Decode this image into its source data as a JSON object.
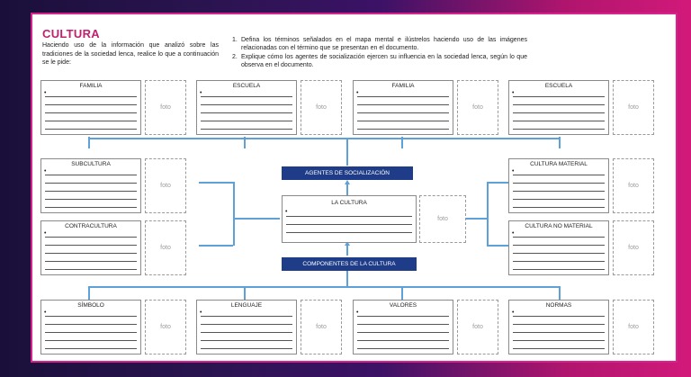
{
  "title": "CULTURA",
  "intro": "Haciendo uso de la información que analizó sobre las tradiciones de la sociedad lenca, realice lo que a continuación se le pide:",
  "instructions": [
    {
      "num": "1.",
      "text": "Defina los términos señalados en el mapa mental e ilústrelos haciendo uso de las imágenes relacionadas con el término que se presentan en el documento."
    },
    {
      "num": "2.",
      "text": "Explique cómo los agentes de socialización ejercen su influencia en la sociedad lenca, según lo que observa en el documento."
    }
  ],
  "bullet": "•",
  "photo_label": "foto",
  "banners": {
    "agents": "AGENTES DE SOCIALIZACIÓN",
    "components": "COMPONENTES DE LA CULTURA"
  },
  "cards": {
    "top_1": "FAMILIA",
    "top_2": "ESCUELA",
    "top_3": "FAMILIA",
    "top_4": "ESCUELA",
    "left_1": "SUBCULTURA",
    "left_2": "CONTRACULTURA",
    "center": "LA CULTURA",
    "right_1": "CULTURA MATERIAL",
    "right_2": "CULTURA NO MATERIAL",
    "bottom_1": "SÍMBOLO",
    "bottom_2": "LENGUAJE",
    "bottom_3": "VALORES",
    "bottom_4": "NORMAS"
  },
  "colors": {
    "accent": "#d6248c",
    "title": "#c0206e",
    "banner": "#1f3c88",
    "connector": "#5ea0d8"
  }
}
